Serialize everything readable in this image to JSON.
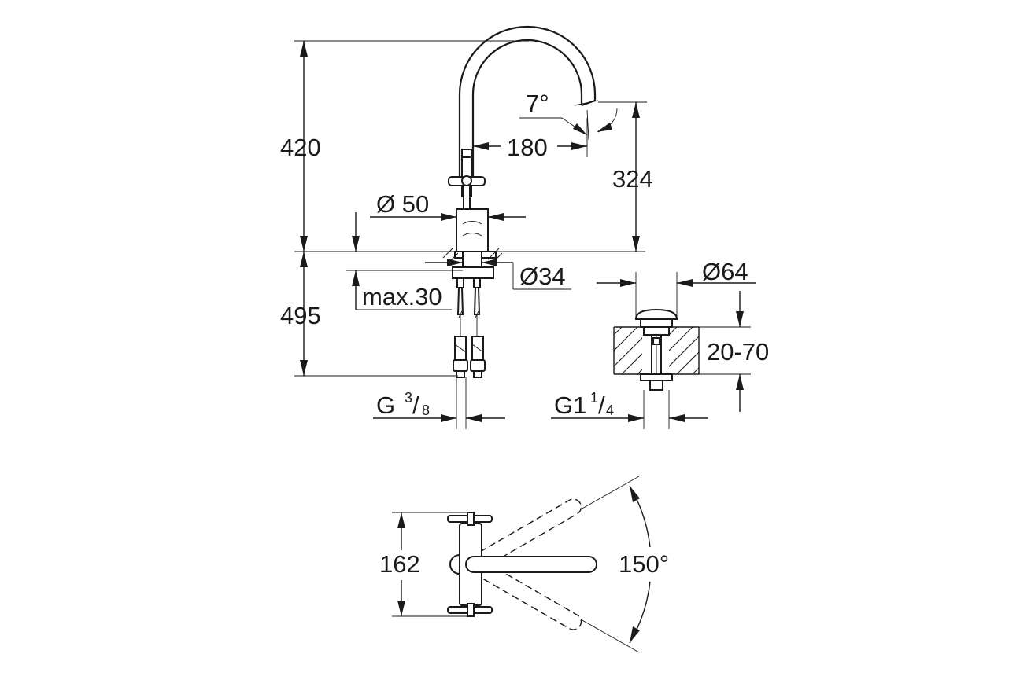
{
  "dimensions": {
    "total_height": "420",
    "spout_angle": "7°",
    "spout_reach": "180",
    "spout_height": "324",
    "base_diameter": "Ø 50",
    "shank_diameter": "Ø34",
    "max_thickness": "max.30",
    "hose_length": "495",
    "drain_diameter": "Ø64",
    "counter_thickness": "20-70",
    "supply_thread_main": "G ",
    "supply_thread_num": "3",
    "supply_thread_den": "8",
    "drain_thread_main": "G1",
    "drain_thread_num": "1",
    "drain_thread_den": "4",
    "handle_spread": "162",
    "swivel_angle": "150°"
  },
  "colors": {
    "line": "#1a1a1a",
    "background": "#ffffff"
  }
}
